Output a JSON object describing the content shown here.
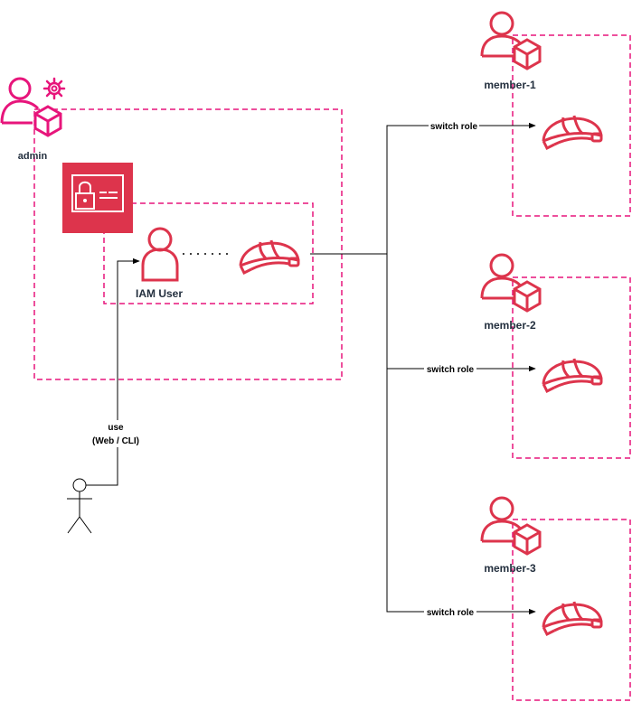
{
  "accounts": {
    "admin": {
      "label": "admin"
    },
    "member1": {
      "label": "member-1"
    },
    "member2": {
      "label": "member-2"
    },
    "member3": {
      "label": "member-3"
    }
  },
  "iam_user": {
    "label": "IAM User"
  },
  "actor": {
    "use_label_line1": "use",
    "use_label_line2": "(Web / CLI)"
  },
  "edges": {
    "switch_role_1": "switch role",
    "switch_role_2": "switch role",
    "switch_role_3": "switch role"
  },
  "icons": {
    "account_user": "account-user-icon",
    "admin_gear": "gear-icon",
    "role": "role-helmet-icon",
    "iam": "iam-identity-card-icon",
    "user": "user-icon",
    "actor": "stick-figure-actor-icon"
  },
  "colors": {
    "account_border": "#E7157B",
    "iam_red": "#DD344C",
    "admin_pink": "#E7157B",
    "text_dark": "#232F3E",
    "line": "#000000"
  }
}
